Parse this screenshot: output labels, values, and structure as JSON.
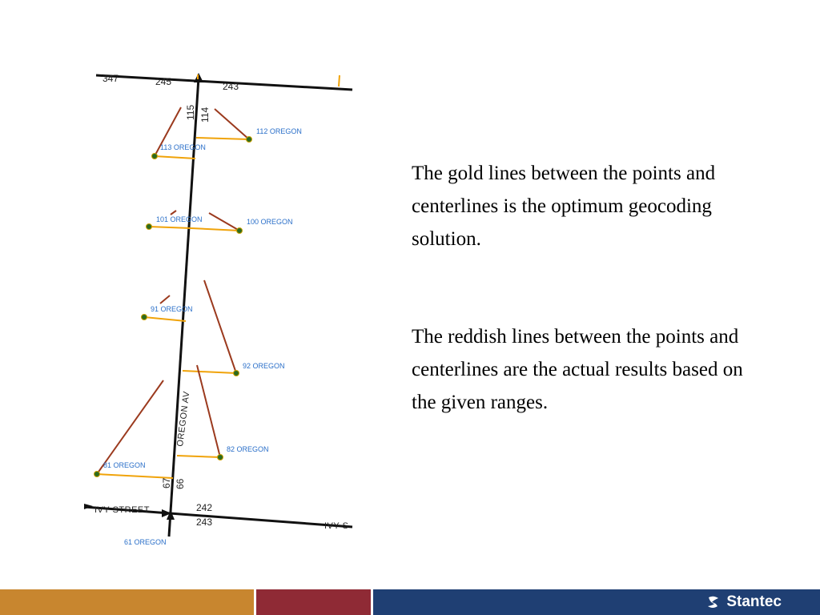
{
  "map": {
    "segment_numbers": {
      "top_left": "347",
      "top_mid_left": "245",
      "top_mid_right": "243",
      "top_vertical_left": "115",
      "top_vertical_right": "114",
      "bottom_vertical_left": "67",
      "bottom_vertical_right": "66",
      "bottom_right_top": "242",
      "bottom_right_bottom": "243"
    },
    "streets": {
      "oregon": "OREGON AV",
      "ivy_left": "IVY STREET",
      "ivy_right": "IVY S"
    },
    "points": [
      {
        "label": "112 OREGON"
      },
      {
        "label": "113 OREGON"
      },
      {
        "label": "101 OREGON"
      },
      {
        "label": "100 OREGON"
      },
      {
        "label": "91 OREGON"
      },
      {
        "label": "92 OREGON"
      },
      {
        "label": "82 OREGON"
      },
      {
        "label": "81 OREGON"
      }
    ],
    "cut_off_label": "61 OREGON",
    "colors": {
      "gold_line": "#f0a30a",
      "red_line": "#9b3a1e",
      "point_fill": "#2d6a1f",
      "label_blue": "#2a6fc9",
      "road": "#111111"
    }
  },
  "text": {
    "paragraph1": "The gold lines between the points and centerlines is the optimum geocoding solution.",
    "paragraph2": "The reddish lines between the points and centerlines are the actual results based on the given ranges."
  },
  "footer": {
    "logo_text": "Stantec",
    "colors": {
      "bar1": "#c8862f",
      "bar2": "#8f2a35",
      "bar3": "#1f3f73"
    }
  }
}
